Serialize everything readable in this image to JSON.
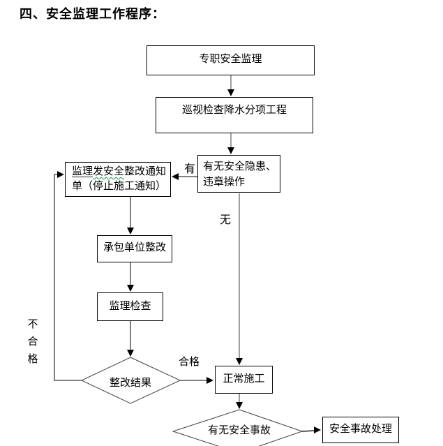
{
  "title": "四、安全监理工作程序：",
  "nodes": {
    "supervisor": "专职安全监理",
    "inspection": "巡视检查降水分项工程",
    "hazard_line1": "有无安全隐患、",
    "hazard_line2": "违章操作",
    "notice_seg_underline": "监理",
    "notice_seg_wavy": "发安全",
    "notice_seg_rest": "整改通知",
    "notice_line2": "单（停止施工通知）",
    "contractor_rectify": "承包单位整改",
    "supervisor_check": "监理检查",
    "rectify_result": "整改结果",
    "normal_construction": "正常施工",
    "accident_check": "有无安全事故",
    "accident_handling": "安全事故处理"
  },
  "edge_labels": {
    "yes": "有",
    "no": "无",
    "qualified": "合格",
    "unqualified": "不合格"
  },
  "colors": {
    "background": "#ffffff",
    "text": "#000000",
    "box_border": "#000000",
    "diamond_stroke": "#404040",
    "connector_gray": "#808080",
    "connector_black": "#000000",
    "arrowhead": "#000000",
    "wavy_underline": "#00a050"
  }
}
